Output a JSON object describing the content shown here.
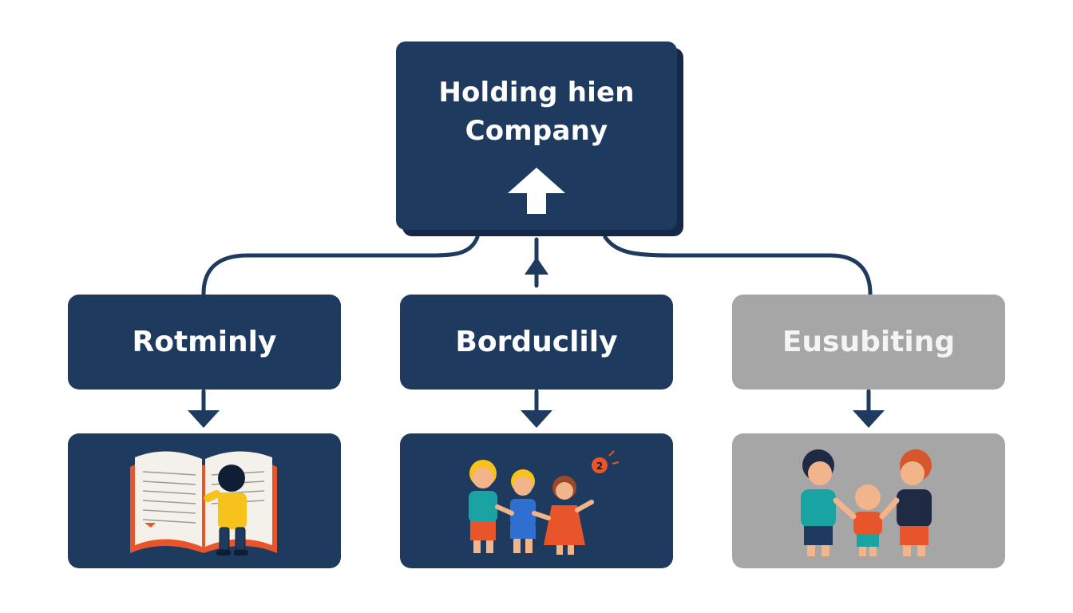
{
  "diagram": {
    "root": {
      "title_line1": "Holding hien",
      "title_line2": "Company",
      "icon": "up-arrow-icon"
    },
    "children": [
      {
        "label": "Rotminly",
        "style": "dark",
        "illustration": "child-reading-book-icon"
      },
      {
        "label": "Borduclily",
        "style": "dark",
        "illustration": "children-holding-hands-icon"
      },
      {
        "label": "Eusubiting",
        "style": "grey",
        "illustration": "three-children-icon"
      }
    ],
    "colors": {
      "navy": "#1f3a5f",
      "navy_shadow": "#15284a",
      "grey": "#a6a6a6",
      "background": "#ffffff"
    }
  }
}
